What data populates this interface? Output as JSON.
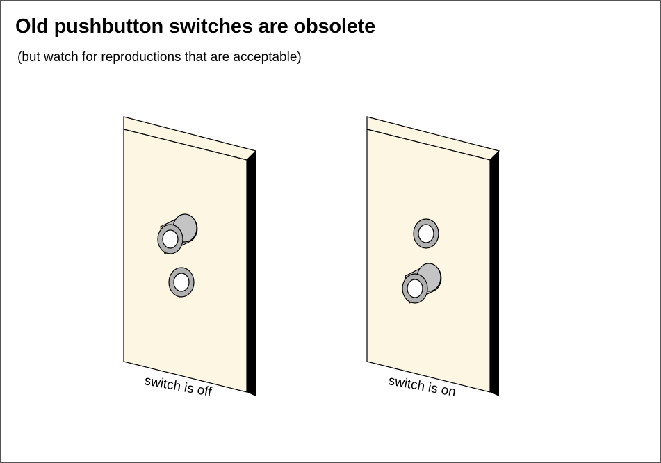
{
  "title": "Old pushbutton switches are obsolete",
  "subtitle": "(but watch for reproductions that are acceptable)",
  "colors": {
    "plate_face": "#fdf6e3",
    "plate_edge": "#000000",
    "button_gray": "#bdbdbd",
    "ring_gray": "#a8a8a8",
    "button_face": "#ffffff"
  },
  "switches": [
    {
      "caption": "switch is off",
      "state": "off",
      "pressed_button": "bottom"
    },
    {
      "caption": "switch is on",
      "state": "on",
      "pressed_button": "top"
    }
  ]
}
